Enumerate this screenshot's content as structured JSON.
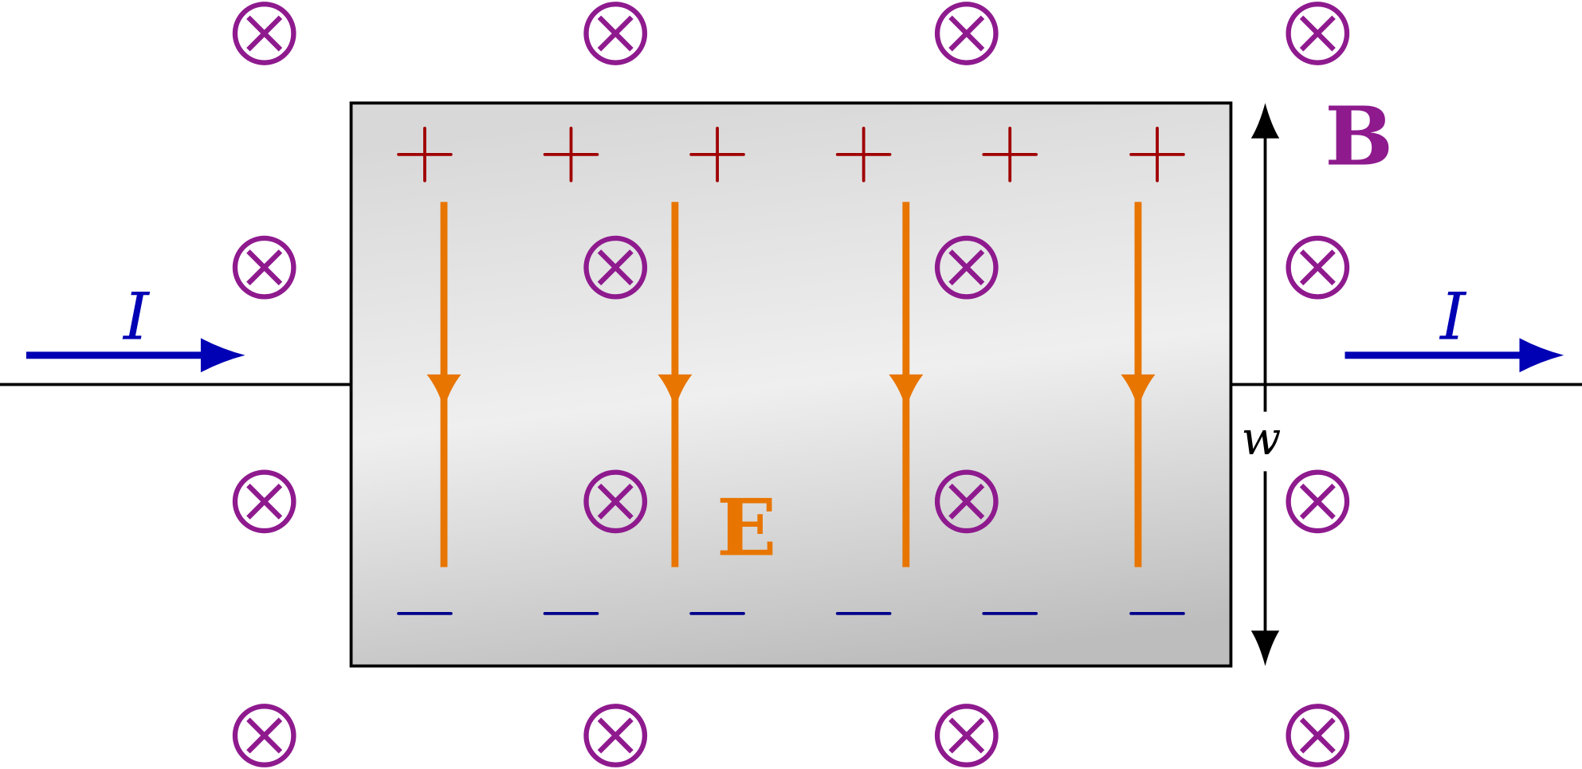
{
  "labels": {
    "current_left": "I",
    "current_right": "I",
    "electric_field": "E",
    "magnetic_field": "B",
    "width": "w",
    "plus": "+",
    "minus": "−"
  },
  "counts": {
    "plus_charges": 6,
    "minus_charges": 6,
    "field_lines": 4
  },
  "colors": {
    "magnetic": "#8e1a8e",
    "electric": "#e87500",
    "current": "#0000b4",
    "plus": "#a00000",
    "minus": "#00008c",
    "conductor_light": "#efefef",
    "conductor_dark": "#bdbdbd"
  }
}
